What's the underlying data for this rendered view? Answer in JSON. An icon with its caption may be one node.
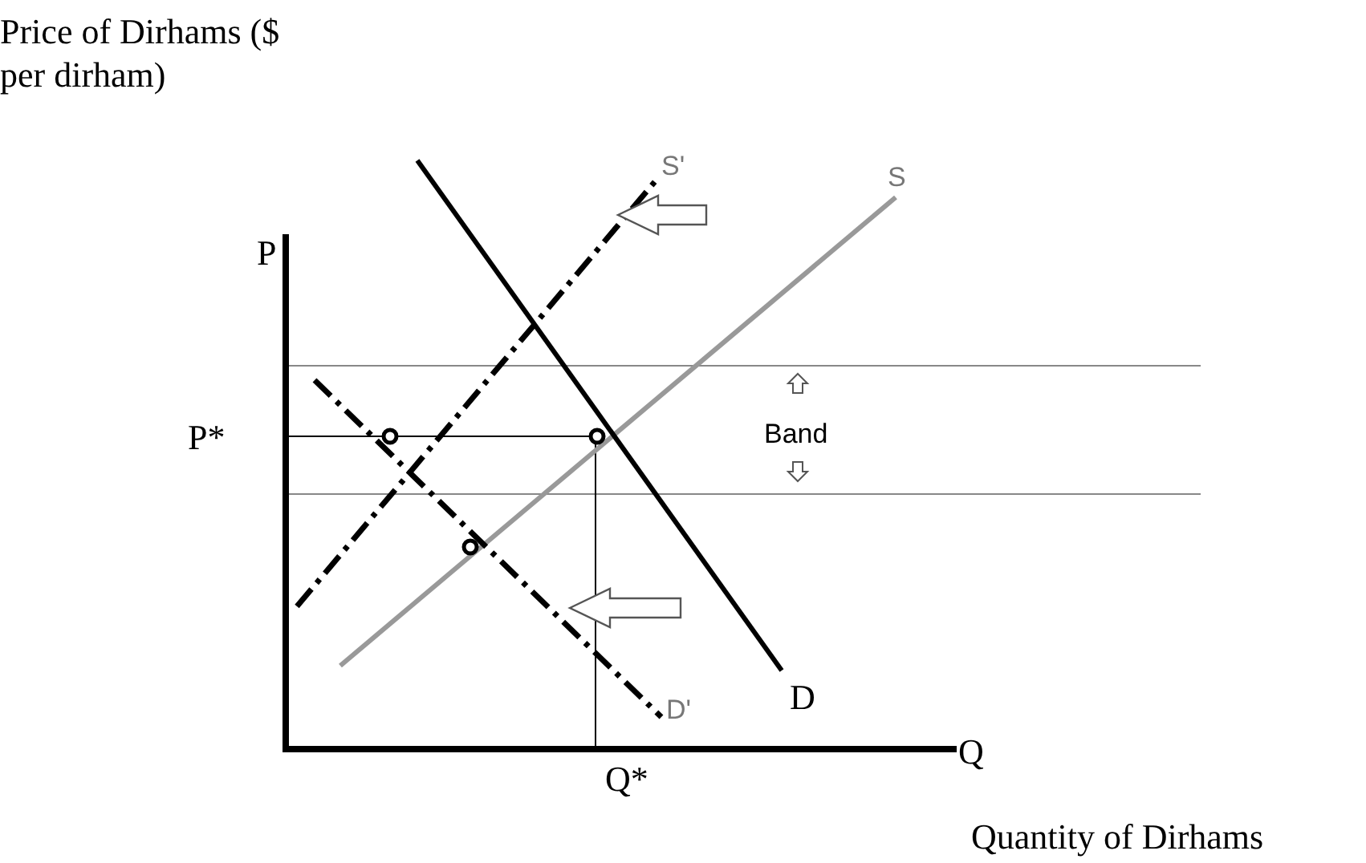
{
  "diagram": {
    "labels": [
      "Price of Dirhams ($ per dirham)",
      "S'",
      "S",
      "P",
      "P*",
      "Band",
      "D",
      "D'",
      "Q",
      "Q*",
      "Quantity of Dirhams"
    ]
  }
}
